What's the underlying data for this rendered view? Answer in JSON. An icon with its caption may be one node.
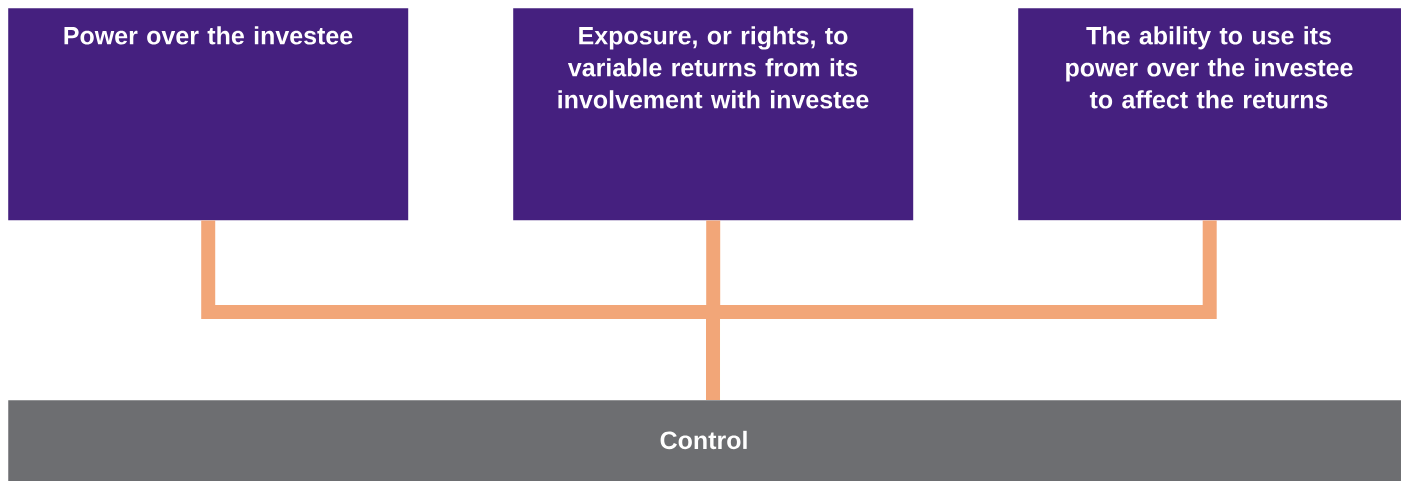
{
  "diagram": {
    "nodes": [
      {
        "text": [
          "Power over the investee"
        ]
      },
      {
        "text": [
          "Exposure, or rights, to variable returns from its involvement with investee"
        ]
      },
      {
        "text": [
          "The ability to use its power over the investee to affect the returns"
        ]
      },
      {
        "text": [
          "Control"
        ]
      }
    ],
    "edges": [
      {
        "from": 0,
        "to": 3,
        "arrow": "none"
      },
      {
        "from": 1,
        "to": 3,
        "arrow": "none"
      },
      {
        "from": 2,
        "to": 3,
        "arrow": "none"
      }
    ]
  }
}
